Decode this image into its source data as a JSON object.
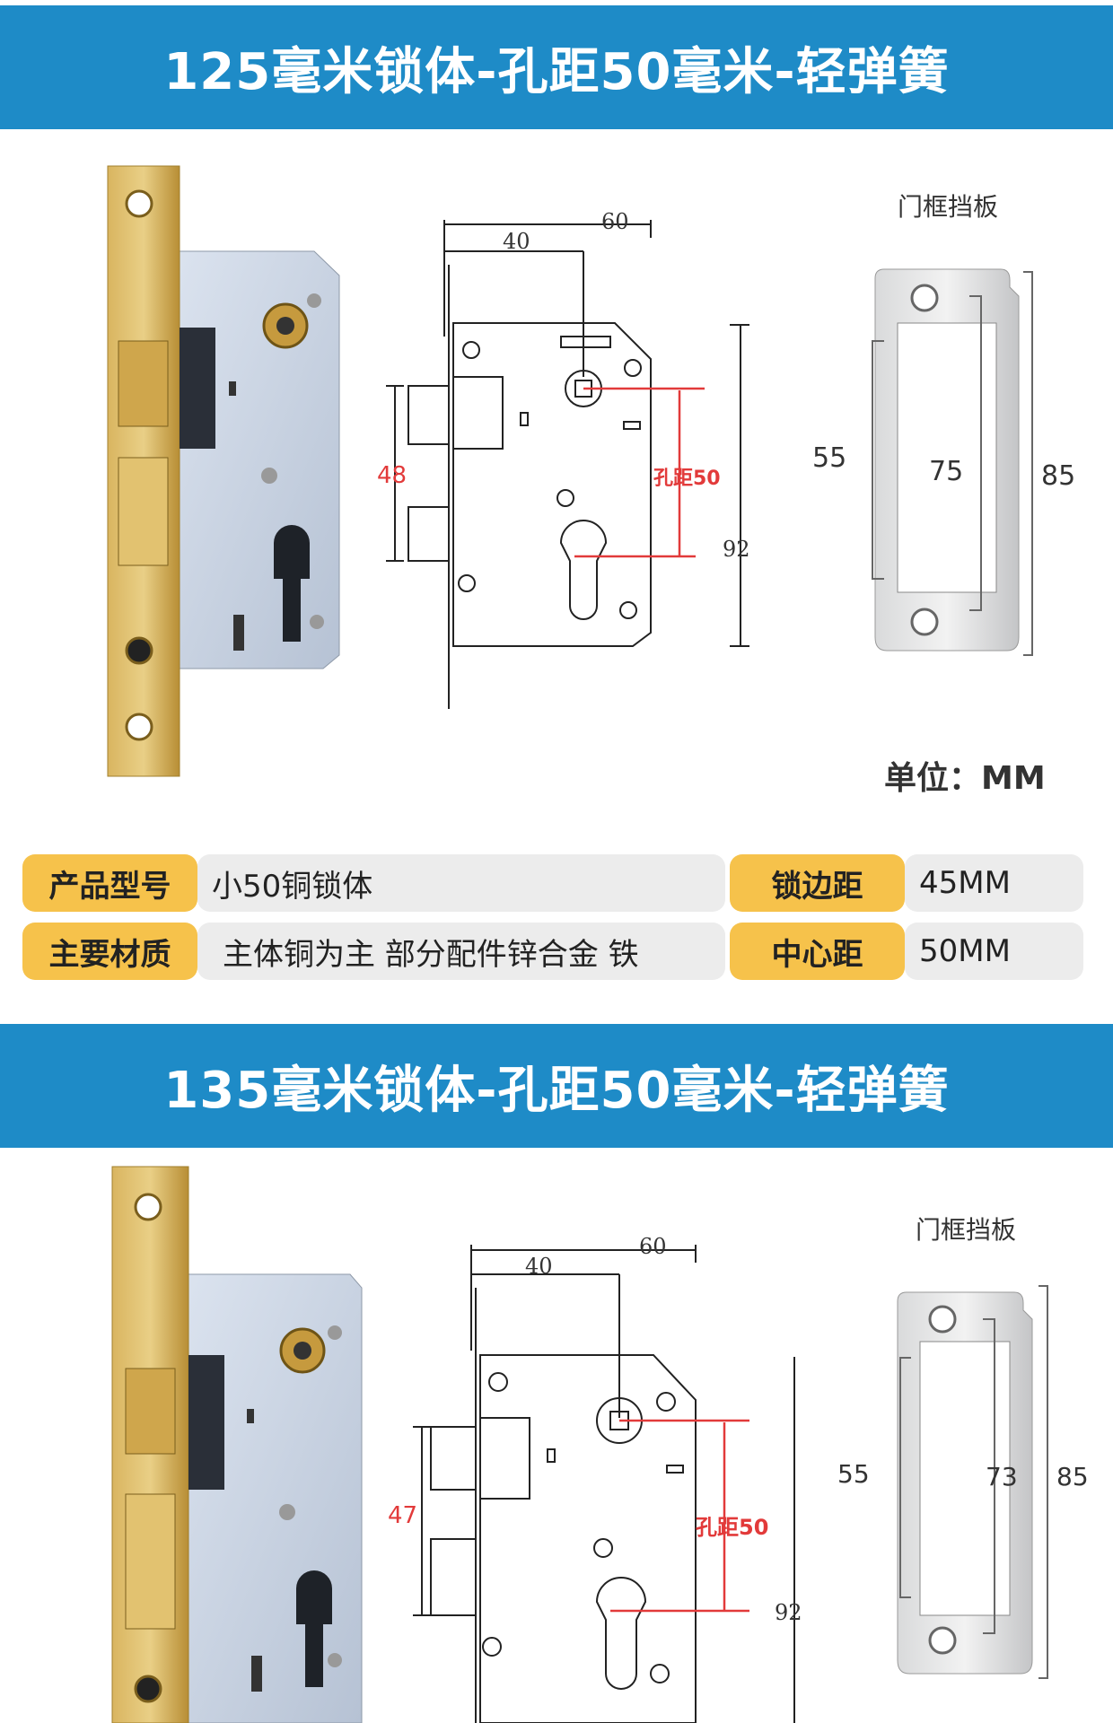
{
  "sections": [
    {
      "title": "125毫米锁体-孔距50毫米-轻弹簧",
      "diagram": {
        "dim_40": "40",
        "dim_60": "60",
        "dim_left": "48",
        "hole_label": "孔距50",
        "dim_92": "92"
      },
      "plate": {
        "title": "门框挡板",
        "dim_left": "55",
        "dim_middle": "75",
        "dim_right": "85"
      },
      "unit": "单位：MM",
      "specs": [
        {
          "label": "产品型号",
          "value": "小50铜锁体",
          "label2": "锁边距",
          "value2": "45MM"
        },
        {
          "label": "主要材质",
          "value": "主体铜为主 部分配件锌合金 铁",
          "label2": "中心距",
          "value2": "50MM"
        }
      ]
    },
    {
      "title": "135毫米锁体-孔距50毫米-轻弹簧",
      "diagram": {
        "dim_40": "40",
        "dim_60": "60",
        "dim_left": "47",
        "hole_label": "孔距50",
        "dim_92": "92"
      },
      "plate": {
        "title": "门框挡板",
        "dim_left": "55",
        "dim_middle": "73",
        "dim_right": "85"
      }
    }
  ],
  "colors": {
    "banner": "#1e8bc7",
    "accent_red": "#e23a3a",
    "spec_label": "#f6c24b",
    "brass": "#c9a24a"
  }
}
